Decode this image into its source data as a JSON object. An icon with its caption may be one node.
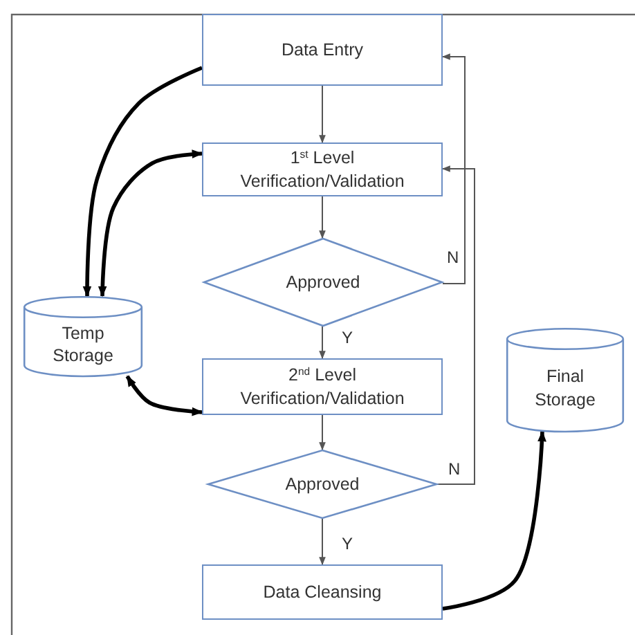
{
  "diagram": {
    "nodes": [
      {
        "text": [
          "Data Entry"
        ]
      },
      {
        "text": [
          "1$^{st}$ Level Verification/Validation"
        ]
      },
      {
        "text": [
          "Approved"
        ]
      },
      {
        "text": [
          "Temp Storage"
        ]
      },
      {
        "text": [
          "2$^{nd}$ Level Verification/Validation"
        ]
      },
      {
        "text": [
          "Approved"
        ]
      },
      {
        "text": [
          "Data Cleansing"
        ]
      },
      {
        "text": [
          "Final Storage"
        ]
      }
    ],
    "edges": [
      {
        "from": 0,
        "to": 1,
        "arrow": "to"
      },
      {
        "from": 1,
        "to": 2,
        "arrow": "to"
      },
      {
        "from": 2,
        "to": 0,
        "arrow": "to",
        "label": "N"
      },
      {
        "from": 2,
        "to": 4,
        "arrow": "to",
        "label": "Y"
      },
      {
        "from": 4,
        "to": 5,
        "arrow": "to"
      },
      {
        "from": 5,
        "to": 1,
        "arrow": "to",
        "label": "N"
      },
      {
        "from": 5,
        "to": 6,
        "arrow": "to",
        "label": "Y"
      },
      {
        "from": 0,
        "to": 3,
        "arrow": "to",
        "style": "thick",
        "color": "#000000"
      },
      {
        "from": 3,
        "to": 1,
        "arrow": "both",
        "style": "thick",
        "color": "#000000"
      },
      {
        "from": 3,
        "to": 4,
        "arrow": "both",
        "style": "thick",
        "color": "#000000"
      },
      {
        "from": 6,
        "to": 7,
        "arrow": "to",
        "style": "thick",
        "color": "#000000"
      }
    ]
  }
}
